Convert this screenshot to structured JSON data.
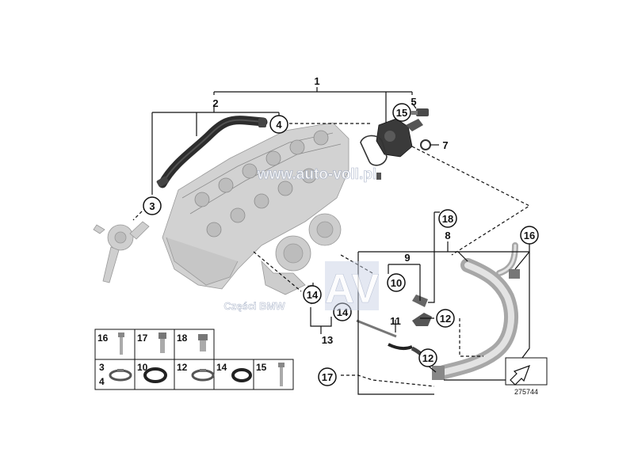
{
  "labels": {
    "n1": "1",
    "n2": "2",
    "n3": "3",
    "n4": "4",
    "n5": "5",
    "n7": "7",
    "n8": "8",
    "n9": "9",
    "n10": "10",
    "n11": "11",
    "n12a": "12",
    "n12b": "12",
    "n13": "13",
    "n14a": "14",
    "n14b": "14",
    "n15": "15",
    "n16": "16",
    "n17": "17",
    "n18": "18"
  },
  "watermark": {
    "url": "www.auto-voll.pl",
    "caption": "Części BMW",
    "logo_letters": "AV"
  },
  "legend": {
    "row1": [
      "16",
      "17",
      "18"
    ],
    "row2_a": [
      "3",
      "10",
      "12",
      "14",
      "15"
    ],
    "row2_b": "4"
  },
  "diagram_id": "275744",
  "colors": {
    "ink": "#111111",
    "ghost_part": "#c9c9c9",
    "hose": "#2d2d2d",
    "pipe": "#b5b5b5",
    "watermark": "#b8c3d9"
  }
}
